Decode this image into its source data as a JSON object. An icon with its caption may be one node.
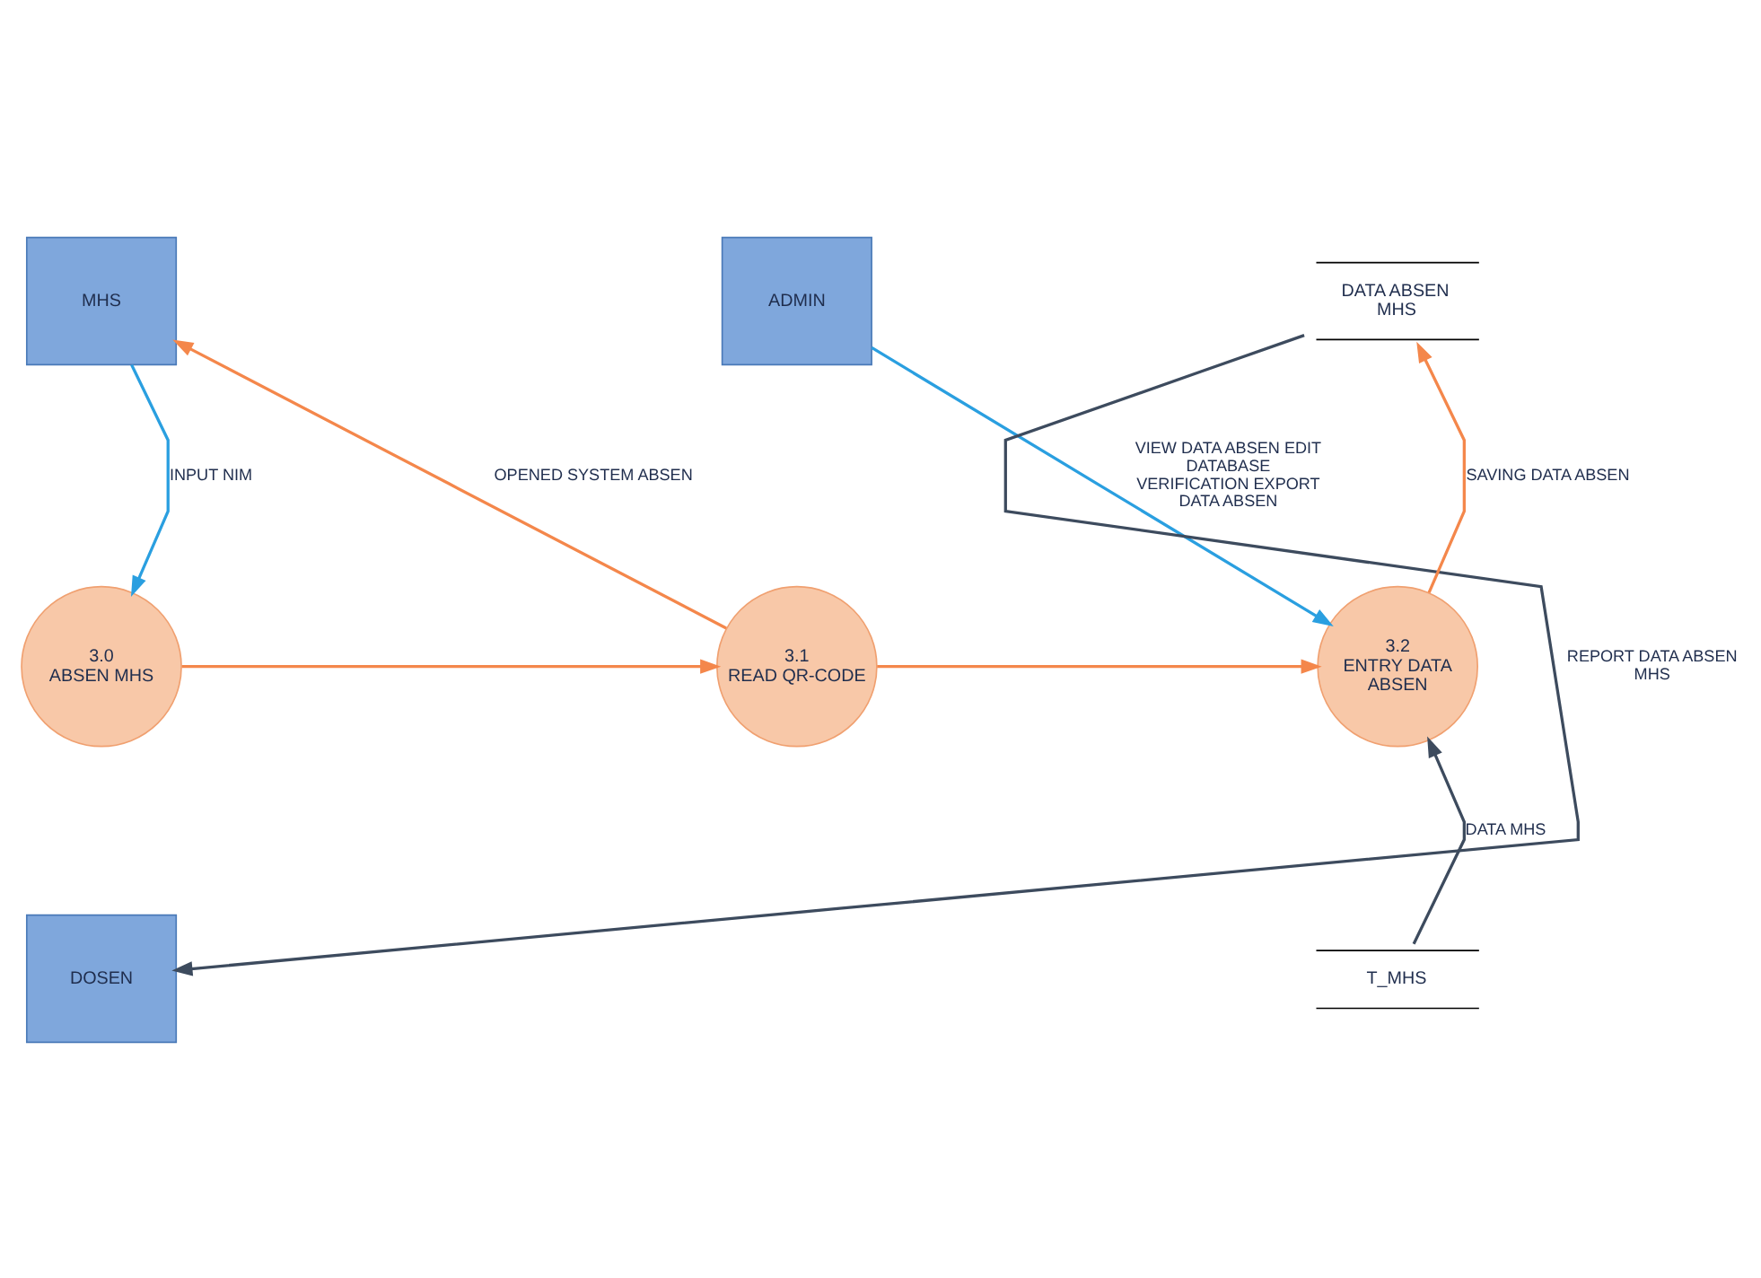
{
  "diagram": {
    "nodes": [
      {
        "text": [
          "MHS"
        ]
      },
      {
        "text": [
          "ADMIN"
        ]
      },
      {
        "text": [
          "DATA ABSEN MHS"
        ]
      },
      {
        "text": [
          "3.0",
          "ABSEN MHS"
        ]
      },
      {
        "text": [
          "3.1",
          "READ QR-CODE"
        ]
      },
      {
        "text": [
          "3.2",
          "ENTRY DATA ABSEN"
        ]
      },
      {
        "text": [
          "T_MHS"
        ]
      },
      {
        "text": [
          "DOSEN"
        ]
      }
    ],
    "edges": [
      {
        "from": 0,
        "to": 3,
        "arrow": "to",
        "label": "INPUT NIM",
        "color": "#2a9fe0"
      },
      {
        "from": 4,
        "to": 0,
        "arrow": "to",
        "label": "OPENED SYSTEM ABSEN"
      },
      {
        "from": 1,
        "to": 5,
        "arrow": "to",
        "label": "VIEW DATA ABSEN EDIT DATABASE VERIFICATION EXPORT DATA ABSEN",
        "color": "#2a9fe0"
      },
      {
        "from": 3,
        "to": 4,
        "arrow": "to"
      },
      {
        "from": 4,
        "to": 5,
        "arrow": "to"
      },
      {
        "from": 5,
        "to": 2,
        "arrow": "to",
        "label": "SAVING DATA ABSEN"
      },
      {
        "from": 6,
        "to": 5,
        "arrow": "to",
        "label": "DATA MHS",
        "color": "#3d4b5e"
      },
      {
        "from": 2,
        "to": 7,
        "arrow": "to",
        "label": "REPORT DATA ABSEN MHS",
        "color": "#3d4b5e"
      }
    ]
  }
}
